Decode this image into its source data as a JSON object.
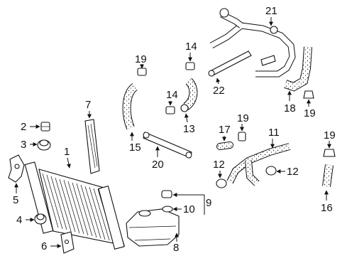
{
  "callouts": [
    "1",
    "2",
    "3",
    "4",
    "5",
    "6",
    "7",
    "8",
    "9",
    "10",
    "11",
    "12",
    "12",
    "13",
    "14",
    "14",
    "15",
    "16",
    "17",
    "18",
    "19",
    "19",
    "19",
    "19",
    "20",
    "21",
    "22"
  ]
}
